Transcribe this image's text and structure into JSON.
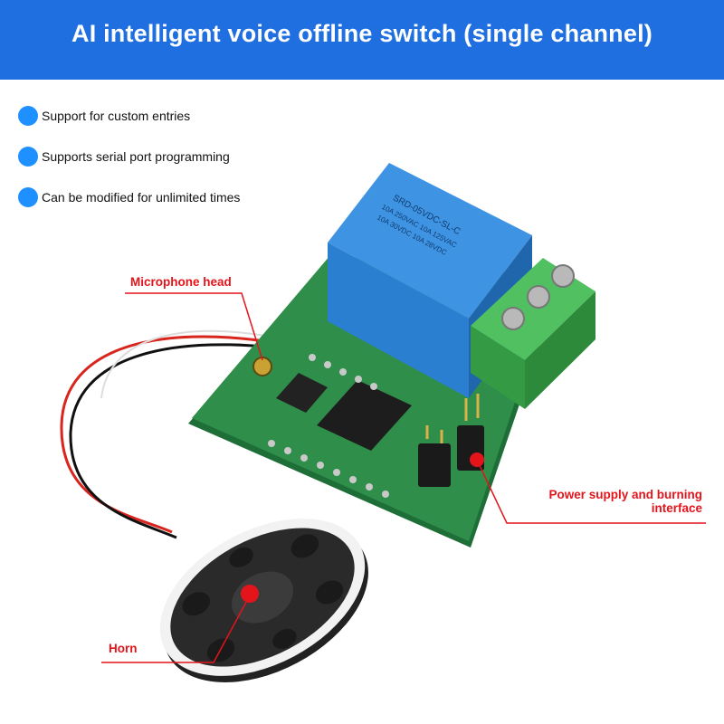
{
  "title": "AI intelligent voice offline switch (single channel)",
  "features": [
    "Support for custom entries",
    "Supports serial port programming",
    "Can be modified for unlimited times"
  ],
  "relay_print": [
    "SRD-05VDC-SL-C",
    "10A 250VAC  10A 125VAC",
    "10A 30VDC  10A 28VDC"
  ],
  "callouts": {
    "microphone": "Microphone head",
    "power": [
      "Power supply and burning",
      "interface"
    ],
    "horn": "Horn"
  },
  "colors": {
    "banner": "#1f6fe0",
    "bullet": "#1e90ff",
    "callout": "#e4141b",
    "pcb": "#2f8f4a",
    "relay": "#2a7fd0",
    "terminal": "#3aa84a"
  }
}
